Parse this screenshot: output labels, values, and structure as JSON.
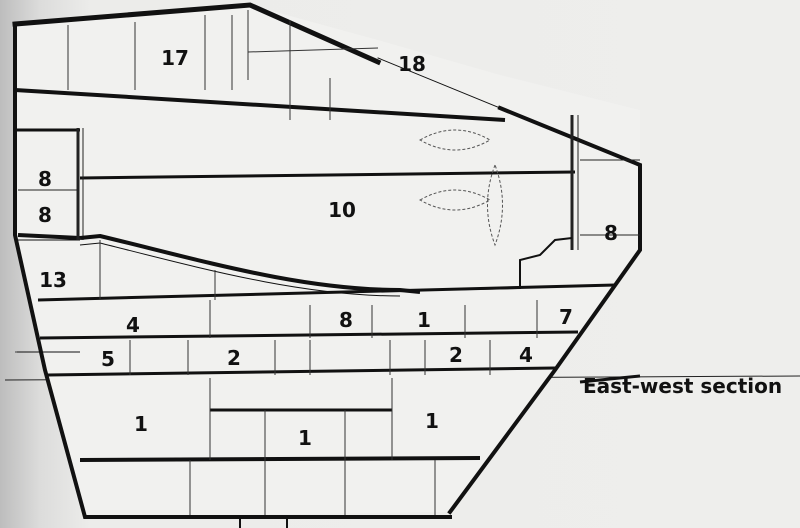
{
  "caption": "East-west section",
  "rooms": {
    "r17": "17",
    "r18": "18",
    "r8a": "8",
    "r8b": "8",
    "r10": "10",
    "r8c": "8",
    "r13": "13",
    "r4a": "4",
    "r8d": "8",
    "r1a": "1",
    "r7": "7",
    "r5": "5",
    "r2a": "2",
    "r2b": "2",
    "r4b": "4",
    "r1b": "1",
    "r1c": "1",
    "r1d": "1"
  }
}
